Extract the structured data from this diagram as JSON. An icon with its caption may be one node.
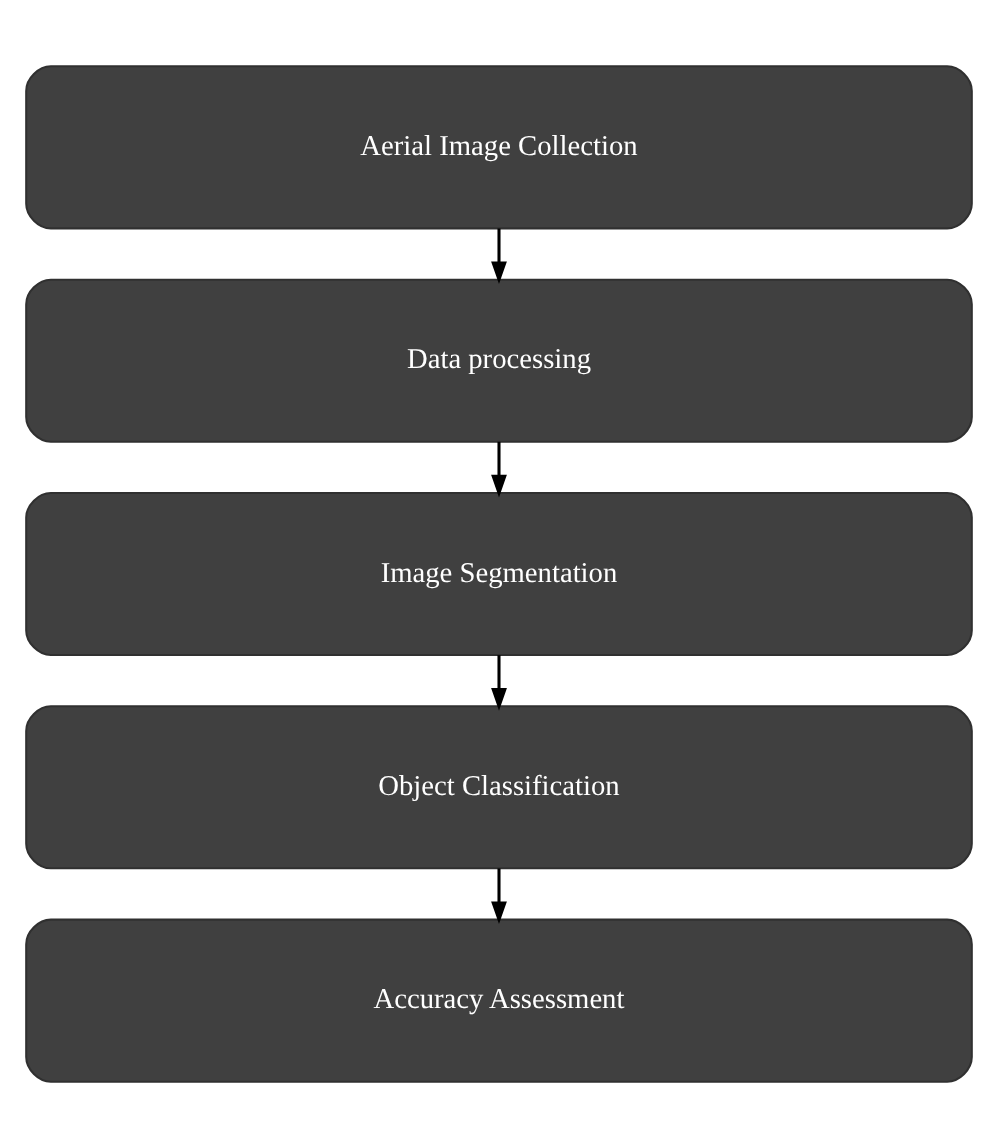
{
  "diagram": {
    "nodes": [
      {
        "text": [
          "Aerial Image Collection"
        ]
      },
      {
        "text": [
          "Data processing"
        ]
      },
      {
        "text": [
          "Image Segmentation"
        ]
      },
      {
        "text": [
          "Object Classification"
        ]
      },
      {
        "text": [
          "Accuracy Assessment"
        ]
      }
    ],
    "edges": [
      {
        "from": 0,
        "to": 1,
        "arrow": "to"
      },
      {
        "from": 1,
        "to": 2,
        "arrow": "to"
      },
      {
        "from": 2,
        "to": 3,
        "arrow": "to"
      },
      {
        "from": 3,
        "to": 4,
        "arrow": "to"
      }
    ]
  }
}
